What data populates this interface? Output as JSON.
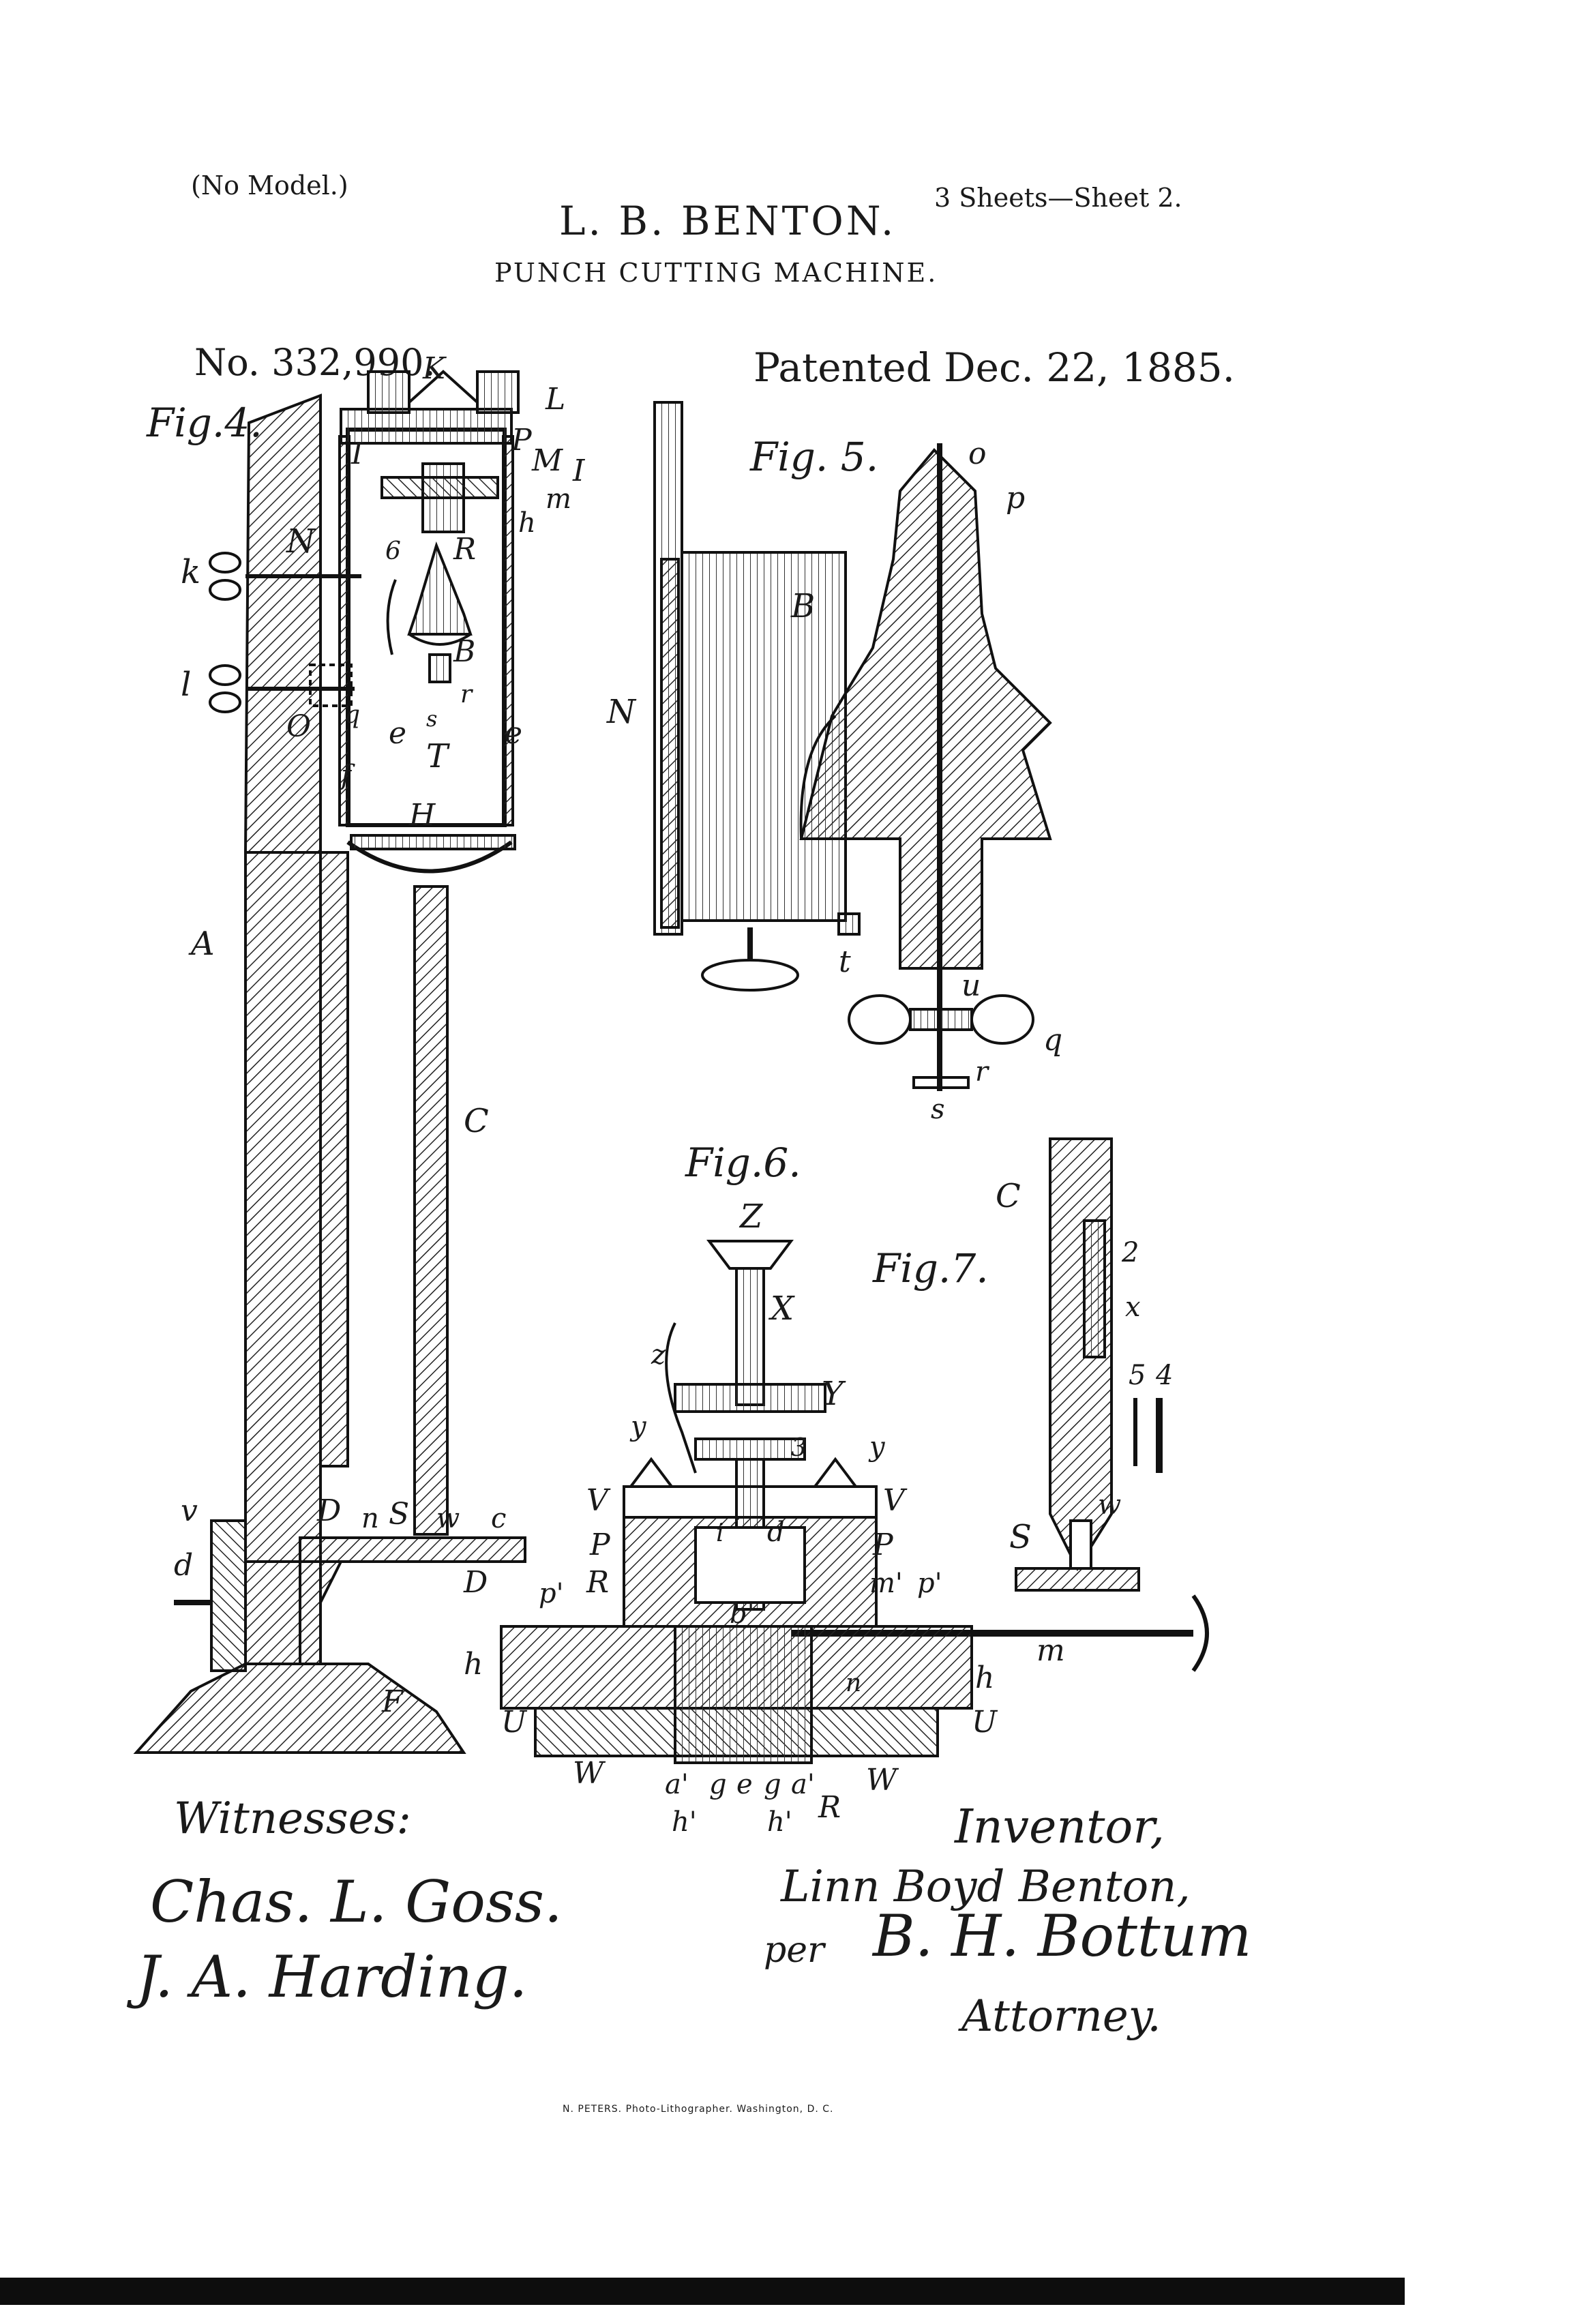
{
  "header": {
    "no_model": "(No Model.)",
    "sheets": "3 Sheets—Sheet 2.",
    "inventor_name": "L. B. BENTON.",
    "title": "PUNCH CUTTING MACHINE.",
    "patent_no": "No. 332,990.",
    "patent_date": "Patented Dec. 22, 1885."
  },
  "figures": {
    "fig4": {
      "caption": "Fig.4.",
      "labels": [
        "K",
        "L",
        "P",
        "M",
        "I",
        "I",
        "h",
        "m",
        "N",
        "6",
        "R",
        "k",
        "B",
        "l",
        "O",
        "q",
        "r",
        "s",
        "e",
        "e",
        "f",
        "T",
        "H",
        "A",
        "C",
        "v",
        "D",
        "n",
        "S",
        "w",
        "c",
        "d",
        "D",
        "F"
      ]
    },
    "fig5": {
      "caption": "Fig. 5.",
      "labels": [
        "o",
        "p",
        "B",
        "N",
        "t",
        "u",
        "q",
        "r",
        "s"
      ]
    },
    "fig6": {
      "caption": "Fig.6.",
      "labels": [
        "Z",
        "X",
        "z",
        "Y",
        "y",
        "3",
        "y",
        "V",
        "V",
        "P",
        "P",
        "d",
        "i",
        "R",
        "p'",
        "m'",
        "p'",
        "b'",
        "m",
        "h",
        "h",
        "n",
        "U",
        "U",
        "W",
        "W",
        "a'",
        "g",
        "e",
        "g",
        "a'",
        "R",
        "h'",
        "h'"
      ]
    },
    "fig7": {
      "caption": "Fig.7.",
      "labels": [
        "C",
        "2",
        "x",
        "5",
        "4",
        "w",
        "S"
      ]
    }
  },
  "signatures": {
    "witnesses_label": "Witnesses:",
    "witness_1": "Chas. L. Goss.",
    "witness_2": "J. A. Harding.",
    "inventor_label": "Inventor,",
    "inventor_sig": "Linn Boyd Benton,",
    "per": "per",
    "attorney_sig": "B. H. Bottum",
    "attorney_label": "Attorney."
  },
  "footer": {
    "lithographer": "N. PETERS. Photo-Lithographer. Washington, D. C."
  }
}
